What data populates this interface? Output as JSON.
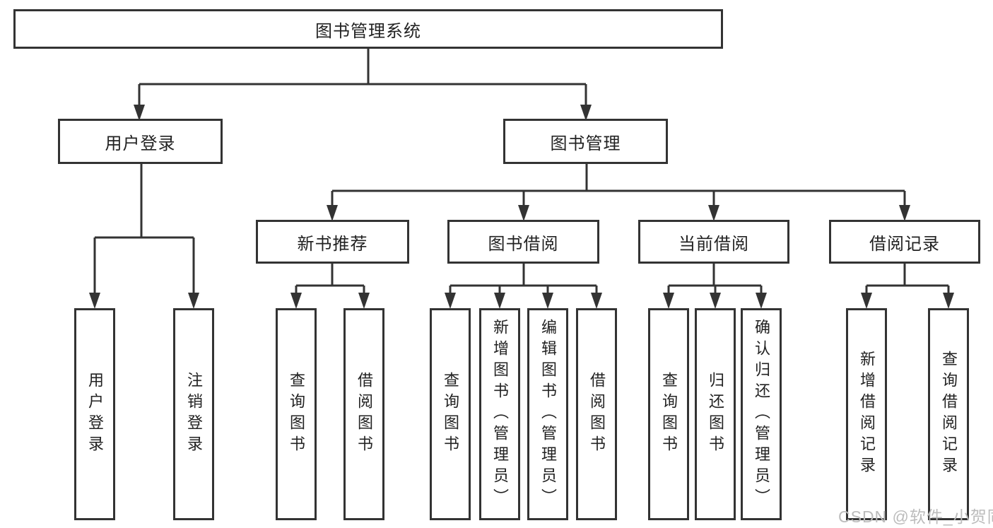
{
  "tree": {
    "root": {
      "label": "图书管理系统"
    },
    "branches": [
      {
        "label": "用户登录",
        "children": [
          {
            "label": "用户登录"
          },
          {
            "label": "注销登录"
          }
        ]
      },
      {
        "label": "图书管理",
        "children": [
          {
            "label": "新书推荐",
            "children": [
              {
                "label": "查询图书"
              },
              {
                "label": "借阅图书"
              }
            ]
          },
          {
            "label": "图书借阅",
            "children": [
              {
                "label": "查询图书"
              },
              {
                "label": "新增图书（管理员）"
              },
              {
                "label": "编辑图书（管理员）"
              },
              {
                "label": "借阅图书"
              }
            ]
          },
          {
            "label": "当前借阅",
            "children": [
              {
                "label": "查询图书"
              },
              {
                "label": "归还图书"
              },
              {
                "label": "确认归还（管理员）"
              }
            ]
          },
          {
            "label": "借阅记录",
            "children": [
              {
                "label": "新增借阅记录"
              },
              {
                "label": "查询借阅记录"
              }
            ]
          }
        ]
      }
    ]
  },
  "watermark": "CSDN @软件_小贺同学",
  "colors": {
    "line": "#333333",
    "box_border": "#333333",
    "text": "#222222",
    "watermark": "#bcbcbc",
    "background": "#ffffff"
  }
}
